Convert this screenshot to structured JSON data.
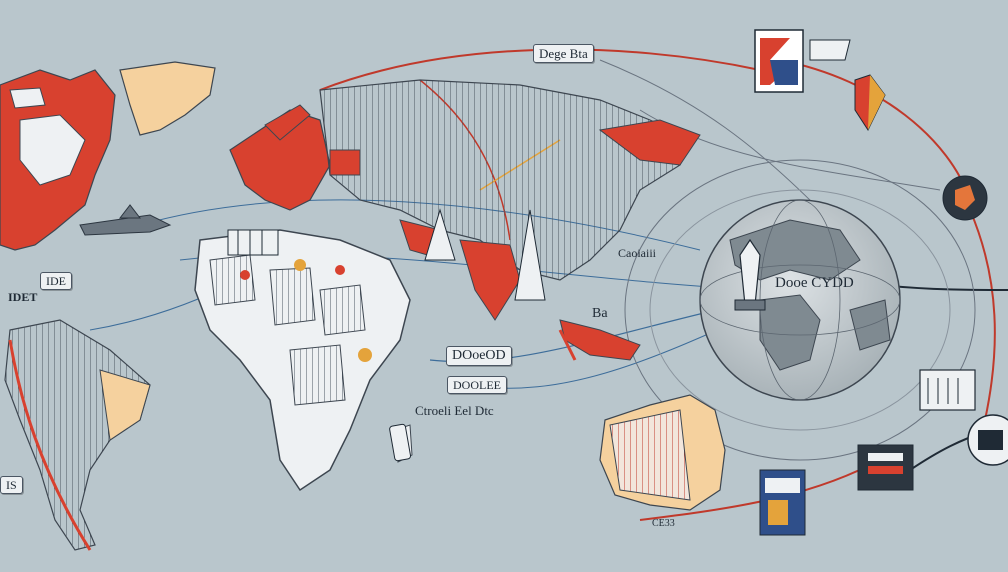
{
  "map": {
    "labels": {
      "top_box": "Dege Bta",
      "globe": "Dooe CYDD",
      "box_1": "DOoeOD",
      "box_2": "DOOLEE",
      "center": "Ctroeli Eel Dtc",
      "east_asia": "Caoiaiii",
      "left_1": "IDE",
      "left_2": "IDET",
      "indonesia": "Ba",
      "bottom_right": "CE33",
      "far_left": "IS"
    },
    "colors": {
      "ocean": "#b9c6cc",
      "land": "#eef1f3",
      "highlight_red": "#d8412f",
      "greenland": "#f5d19e",
      "outline": "#3d4650",
      "globe": "#c9d0d4"
    },
    "icons": [
      "airplane-icon",
      "flag-icon",
      "map-pin-icon",
      "node-icon",
      "document-icon",
      "building-icon",
      "gear-icon"
    ]
  }
}
